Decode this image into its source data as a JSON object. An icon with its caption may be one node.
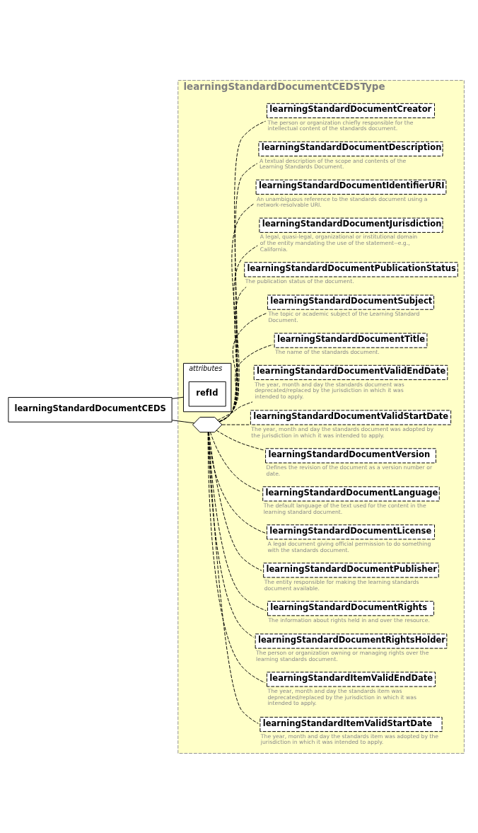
{
  "diagram": {
    "nodes": [
      {
        "text": [
          "learningStandardDocumentCEDS"
        ]
      },
      {
        "text": [
          "learningStandardDocumentCEDSType"
        ]
      },
      {
        "text": [
          "attributes"
        ],
        "in": 1
      },
      {
        "text": [
          "refId"
        ],
        "in": 2
      },
      {
        "text": [],
        "shape": "hexagon",
        "in": 1
      },
      {
        "text": [
          "learningStandardDocumentCreator"
        ],
        "beside": [
          "The person or organization chiefly responsible for the intellectual content of the standards document."
        ],
        "in": 1
      },
      {
        "text": [
          "learningStandardDocumentDescription"
        ],
        "beside": [
          "A textual description of the scope and contents of the Learning Standards Document."
        ],
        "in": 1
      },
      {
        "text": [
          "learningStandardDocumentIdentifierURI"
        ],
        "beside": [
          "An unambiguous reference to the standards document using a network-resolvable URI."
        ],
        "in": 1
      },
      {
        "text": [
          "learningStandardDocumentJurisdiction"
        ],
        "beside": [
          "A legal, quasi-legal, organizational or institutional domain of the entity mandating the use of the statement--e.g., California."
        ],
        "in": 1
      },
      {
        "text": [
          "learningStandardDocumentPublicationStatus"
        ],
        "beside": [
          "The publication status of the document."
        ],
        "in": 1
      },
      {
        "text": [
          "learningStandardDocumentSubject"
        ],
        "beside": [
          "The topic or academic subject of the Learning Standard Document."
        ],
        "in": 1
      },
      {
        "text": [
          "learningStandardDocumentTitle"
        ],
        "beside": [
          "The name of the standards document."
        ],
        "in": 1
      },
      {
        "text": [
          "learningStandardDocumentValidEndDate"
        ],
        "beside": [
          "The year, month and day the standards document was deprecated/replaced by the jurisdiction in which it was intended to apply."
        ],
        "in": 1
      },
      {
        "text": [
          "learningStandardDocumentValidStartDate"
        ],
        "beside": [
          "The year, month and day the standards document was adopted by the jurisdiction in which it was intended to apply."
        ],
        "in": 1
      },
      {
        "text": [
          "learningStandardDocumentVersion"
        ],
        "beside": [
          "Defines the revision of the document as a version number or date."
        ],
        "in": 1
      },
      {
        "text": [
          "learningStandardDocumentLanguage"
        ],
        "beside": [
          "The default language of the text used for the content in the learning standard document."
        ],
        "in": 1
      },
      {
        "text": [
          "learningStandardDocumentLicense"
        ],
        "beside": [
          "A legal document giving official permission to do something with the standards document."
        ],
        "in": 1
      },
      {
        "text": [
          "learningStandardDocumentPublisher"
        ],
        "beside": [
          "The entity responsible for making the learning standards document available."
        ],
        "in": 1
      },
      {
        "text": [
          "learningStandardDocumentRights"
        ],
        "beside": [
          "The information about rights held in and over the resource."
        ],
        "in": 1
      },
      {
        "text": [
          "learningStandardDocumentRightsHolder"
        ],
        "beside": [
          "The person or organization owning or managing rights over the learning standards document."
        ],
        "in": 1
      },
      {
        "text": [
          "learningStandardItemValidEndDate"
        ],
        "beside": [
          "The year, month and day the standards item was deprecated/replaced by the jurisdiction in which it was intended to apply."
        ],
        "in": 1
      },
      {
        "text": [
          "learningStandardItemValidStartDate"
        ],
        "beside": [
          "The year, month and day the standards item was adopted by the jurisdiction in which it was intended to apply."
        ],
        "in": 1
      }
    ],
    "edges": [
      {
        "from": 0,
        "to": 2,
        "arrow": "none"
      },
      {
        "from": 0,
        "to": 4,
        "arrow": "none"
      },
      {
        "from": 4,
        "to": 5,
        "arrow": "none",
        "style": "dashed"
      },
      {
        "from": 4,
        "to": 6,
        "arrow": "none",
        "style": "dashed"
      },
      {
        "from": 4,
        "to": 7,
        "arrow": "none",
        "style": "dashed"
      },
      {
        "from": 4,
        "to": 8,
        "arrow": "none",
        "style": "dashed"
      },
      {
        "from": 4,
        "to": 9,
        "arrow": "none",
        "style": "dashed"
      },
      {
        "from": 4,
        "to": 10,
        "arrow": "none",
        "style": "dashed"
      },
      {
        "from": 4,
        "to": 11,
        "arrow": "none",
        "style": "dashed"
      },
      {
        "from": 4,
        "to": 12,
        "arrow": "none",
        "style": "dashed"
      },
      {
        "from": 4,
        "to": 13,
        "arrow": "none",
        "style": "dashed"
      },
      {
        "from": 4,
        "to": 14,
        "arrow": "none",
        "style": "dashed"
      },
      {
        "from": 4,
        "to": 15,
        "arrow": "none",
        "style": "dashed"
      },
      {
        "from": 4,
        "to": 16,
        "arrow": "none",
        "style": "dashed"
      },
      {
        "from": 4,
        "to": 17,
        "arrow": "none",
        "style": "dashed"
      },
      {
        "from": 4,
        "to": 18,
        "arrow": "none",
        "style": "dashed"
      },
      {
        "from": 4,
        "to": 19,
        "arrow": "none",
        "style": "dashed"
      },
      {
        "from": 4,
        "to": 20,
        "arrow": "none",
        "style": "dashed"
      },
      {
        "from": 4,
        "to": 21,
        "arrow": "none",
        "style": "dashed"
      }
    ]
  }
}
